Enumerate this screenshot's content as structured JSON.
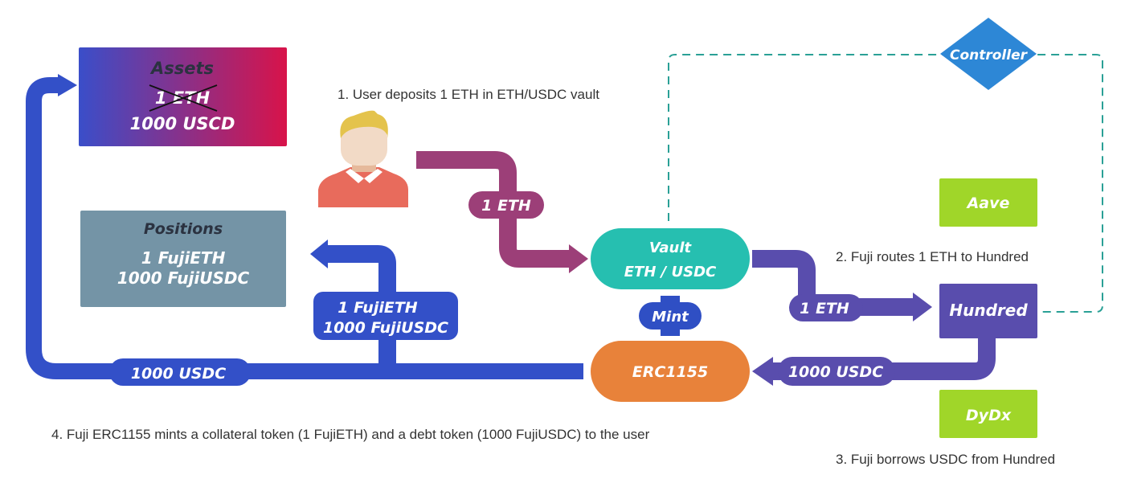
{
  "colors": {
    "blue_flow": "#3350c8",
    "purple_flow": "#9c3f78",
    "indigo_flow": "#594dad",
    "vault": "#26bfb0",
    "erc1155": "#e8823a",
    "mint": "#2f4fc4",
    "controller": "#2d87d6",
    "controller_line": "#2aa096",
    "green_protocol": "#a0d629",
    "positions": "#7494a6",
    "assets_left": "#3a4ec9",
    "assets_right": "#d8134a",
    "dark_text": "#2b3240",
    "white_text": "#ffffff"
  },
  "assets_box": {
    "title": "Assets",
    "struck_line": "1 ETH",
    "line2": "1000 USCD"
  },
  "positions_box": {
    "title": "Positions",
    "line1": "1 FujiETH",
    "line2": "1000 FujiUSDC"
  },
  "user": {
    "icon": "user-avatar-icon"
  },
  "steps": {
    "step1": "1.  User deposits 1 ETH in ETH/USDC vault",
    "step2": "2.  Fuji routes 1 ETH to Hundred",
    "step3": "3.  Fuji borrows USDC from Hundred",
    "step4": "4.  Fuji ERC1155 mints a collateral token (1 FujiETH) and a debt token (1000 FujiUSDC) to the user"
  },
  "flows": {
    "deposit_label": "1 ETH",
    "route_label": "1 ETH",
    "borrow_label": "1000 USDC",
    "return_usdc_label": "1000 USDC",
    "mint_tokens_line1": "1 FujiETH",
    "mint_tokens_line2": "1000 FujiUSDC"
  },
  "nodes": {
    "vault_line1": "Vault",
    "vault_line2": "ETH / USDC",
    "mint": "Mint",
    "erc1155": "ERC1155",
    "controller": "Controller",
    "aave": "Aave",
    "hundred": "Hundred",
    "dydx": "DyDx"
  }
}
